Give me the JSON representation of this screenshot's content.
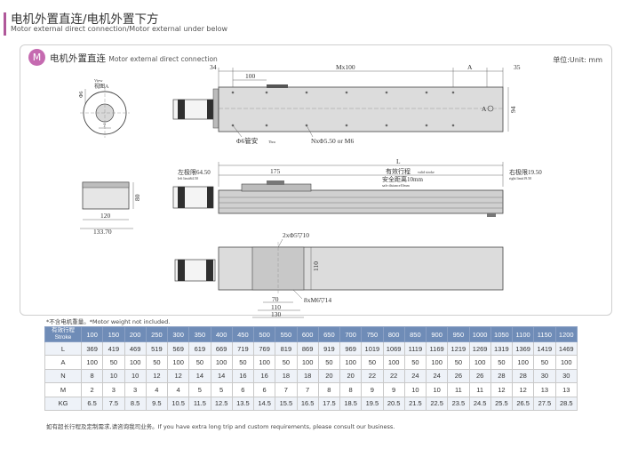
{
  "header": {
    "title_cn": "电机外置直连/电机外置下方",
    "title_en": "Motor external direct connection/Motor external under below",
    "accent_color": "#b0589a"
  },
  "section": {
    "badge": "M",
    "title_cn": "电机外置直连",
    "title_en": "Motor external direct connection",
    "unit": "单位:Unit: mm"
  },
  "drawing": {
    "view_label_en": "View",
    "view_label_cn": "视图A",
    "dim_phi6": "Φ6",
    "dim_7": "7",
    "dim_34": "34",
    "dim_100": "100",
    "dim_mx100": "Mx100",
    "dim_a": "A",
    "dim_35": "35",
    "dim_94": "94",
    "mark_a": "A",
    "callout_tube": "Φ6管安",
    "callout_tube_en": "Thru",
    "callout_holes": "NxΦ5.50 or M6",
    "dim_l": "L",
    "left_limit_cn": "左极限64.50",
    "left_limit_en": "left limit64.50",
    "dim_175": "175",
    "stroke_cn": "有效行程",
    "stroke_en": "valid stroke",
    "safe_cn": "安全距离10mm",
    "safe_en": "safe distance10mm",
    "right_limit_cn": "右极限19.50",
    "right_limit_en": "right limit19.50",
    "dim_120": "120",
    "dim_133": "133.70",
    "dim_80": "80",
    "callout_pin": "2xΦ5▽10",
    "dim_110_side": "110",
    "callout_m6": "8xM6▽14",
    "dim_70": "70",
    "dim_110": "110",
    "dim_130": "130"
  },
  "note": "*不含电机重量。*Motor weight not included.",
  "table": {
    "header_label_cn": "有效行程",
    "header_label_en": "Stroke",
    "strokes": [
      "100",
      "150",
      "200",
      "250",
      "300",
      "350",
      "400",
      "450",
      "500",
      "550",
      "600",
      "650",
      "700",
      "750",
      "800",
      "850",
      "900",
      "950",
      "1000",
      "1050",
      "1100",
      "1150",
      "1200"
    ],
    "rows": [
      {
        "label": "L",
        "values": [
          "369",
          "419",
          "469",
          "519",
          "569",
          "619",
          "669",
          "719",
          "769",
          "819",
          "869",
          "919",
          "969",
          "1019",
          "1069",
          "1119",
          "1169",
          "1219",
          "1269",
          "1319",
          "1369",
          "1419",
          "1469"
        ]
      },
      {
        "label": "A",
        "values": [
          "100",
          "50",
          "100",
          "50",
          "100",
          "50",
          "100",
          "50",
          "100",
          "50",
          "100",
          "50",
          "100",
          "50",
          "100",
          "50",
          "100",
          "50",
          "100",
          "50",
          "100",
          "50",
          "100"
        ]
      },
      {
        "label": "N",
        "values": [
          "8",
          "10",
          "10",
          "12",
          "12",
          "14",
          "14",
          "16",
          "16",
          "18",
          "18",
          "20",
          "20",
          "22",
          "22",
          "24",
          "24",
          "26",
          "26",
          "28",
          "28",
          "30",
          "30"
        ]
      },
      {
        "label": "M",
        "values": [
          "2",
          "3",
          "3",
          "4",
          "4",
          "5",
          "5",
          "6",
          "6",
          "7",
          "7",
          "8",
          "8",
          "9",
          "9",
          "10",
          "10",
          "11",
          "11",
          "12",
          "12",
          "13",
          "13"
        ]
      },
      {
        "label": "KG",
        "values": [
          "6.5",
          "7.5",
          "8.5",
          "9.5",
          "10.5",
          "11.5",
          "12.5",
          "13.5",
          "14.5",
          "15.5",
          "16.5",
          "17.5",
          "18.5",
          "19.5",
          "20.5",
          "21.5",
          "22.5",
          "23.5",
          "24.5",
          "25.5",
          "26.5",
          "27.5",
          "28.5"
        ]
      }
    ],
    "header_color": "#6f8cb7"
  },
  "footer": "如有超长行程及定制需求,请咨询我司业务。If you have extra long trip and custom requirements, please consult our business."
}
